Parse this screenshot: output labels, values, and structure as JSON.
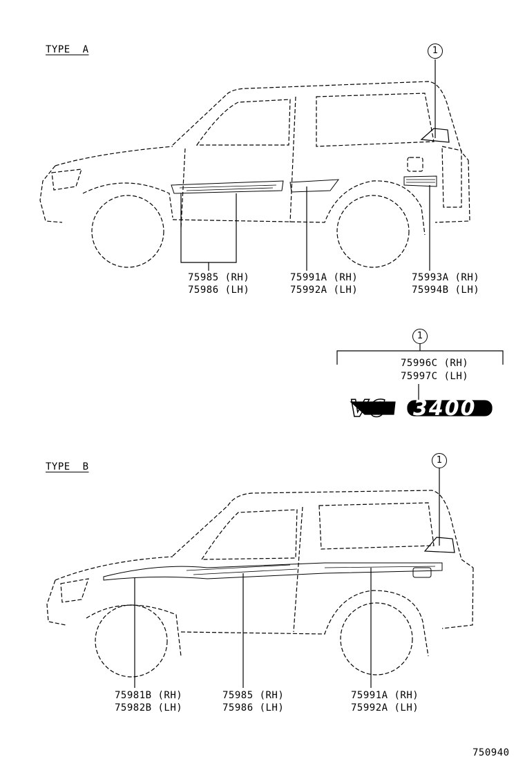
{
  "type_a": {
    "label": "TYPE  A",
    "callout": "1",
    "parts": [
      {
        "rh": "75985 (RH)",
        "lh": "75986 (LH)"
      },
      {
        "rh": "75991A (RH)",
        "lh": "75992A (LH)"
      },
      {
        "rh": "75993A (RH)",
        "lh": "75994B (LH)"
      }
    ]
  },
  "emblem_detail": {
    "callout": "1",
    "rh": "75996C (RH)",
    "lh": "75997C (LH)",
    "emblem_left": "V6",
    "emblem_right": "3400"
  },
  "type_b": {
    "label": "TYPE  B",
    "callout": "1",
    "parts": [
      {
        "rh": "75981B (RH)",
        "lh": "75982B (LH)"
      },
      {
        "rh": "75985 (RH)",
        "lh": "75986 (LH)"
      },
      {
        "rh": "75991A (RH)",
        "lh": "75992A (LH)"
      }
    ]
  },
  "diagram_number": "750940"
}
